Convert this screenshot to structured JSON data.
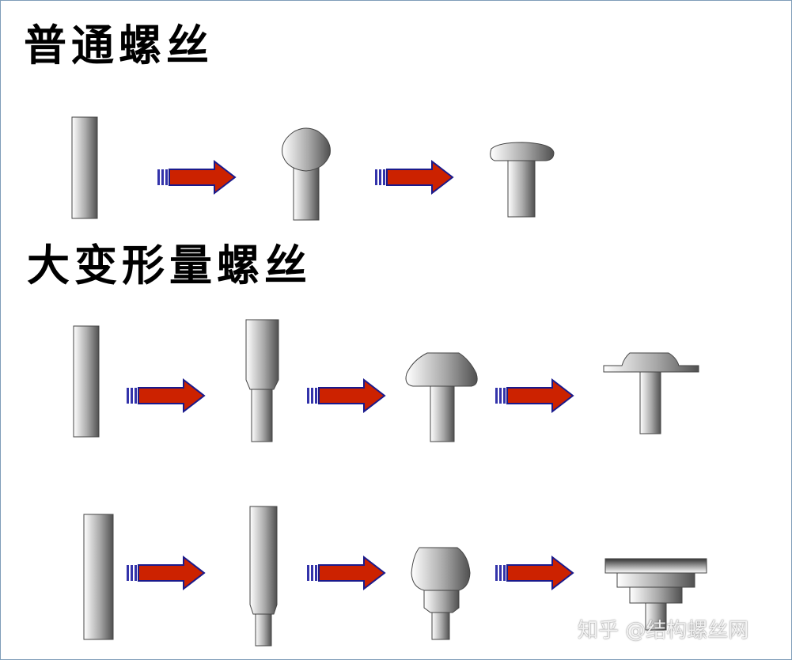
{
  "section_normal": {
    "title": "普通螺丝"
  },
  "section_large_deformation": {
    "title": "大变形量螺丝"
  },
  "watermark": {
    "text": "知乎 @结构螺丝网"
  },
  "colors": {
    "arrow_fill": "#cc2200",
    "arrow_outline": "#1a1a8c",
    "arrow_tail": "#3333aa",
    "part_light": "#ffffff",
    "part_dark": "#555555",
    "part_outline": "#444444"
  },
  "icons": [
    "process-arrow-icon"
  ]
}
